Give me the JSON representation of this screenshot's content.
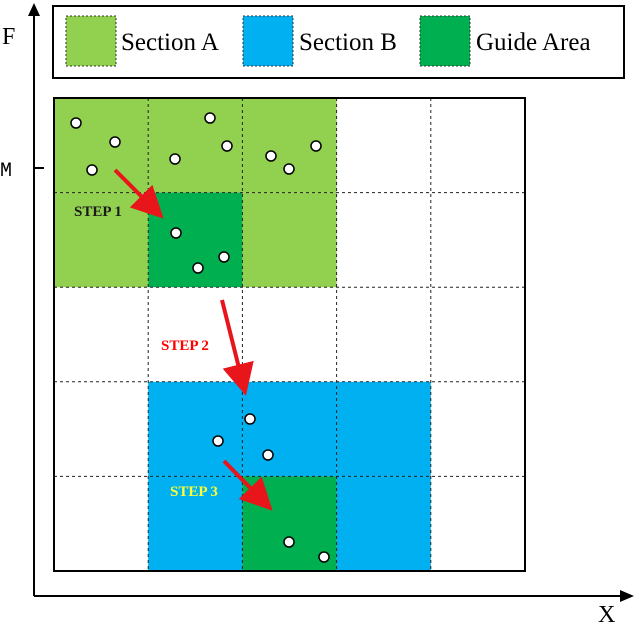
{
  "axes": {
    "y_label": "F",
    "y_tick": "M",
    "x_label": "X"
  },
  "legend": {
    "items": [
      {
        "label": "Section A",
        "color": "#92d050"
      },
      {
        "label": "Section B",
        "color": "#00b0f0"
      },
      {
        "label": "Guide Area",
        "color": "#00b050"
      }
    ]
  },
  "grid": {
    "rows": 5,
    "cols": 5,
    "cells": [
      {
        "row": 0,
        "col": 0,
        "region": "section-a"
      },
      {
        "row": 0,
        "col": 1,
        "region": "section-a"
      },
      {
        "row": 0,
        "col": 2,
        "region": "section-a"
      },
      {
        "row": 1,
        "col": 0,
        "region": "section-a"
      },
      {
        "row": 1,
        "col": 1,
        "region": "guide"
      },
      {
        "row": 1,
        "col": 2,
        "region": "section-a"
      },
      {
        "row": 3,
        "col": 1,
        "region": "section-b"
      },
      {
        "row": 3,
        "col": 2,
        "region": "section-b"
      },
      {
        "row": 3,
        "col": 3,
        "region": "section-b"
      },
      {
        "row": 4,
        "col": 1,
        "region": "section-b"
      },
      {
        "row": 4,
        "col": 2,
        "region": "guide"
      },
      {
        "row": 4,
        "col": 3,
        "region": "section-b"
      }
    ]
  },
  "steps": [
    {
      "label": "STEP 1",
      "color": "#1a1a1a"
    },
    {
      "label": "STEP 2",
      "color": "#ff0000"
    },
    {
      "label": "STEP 3",
      "color": "#ffff33"
    }
  ],
  "colors": {
    "section_a": "#92d050",
    "section_b": "#00b0f0",
    "guide": "#00b050",
    "arrow": "#e8161b"
  }
}
